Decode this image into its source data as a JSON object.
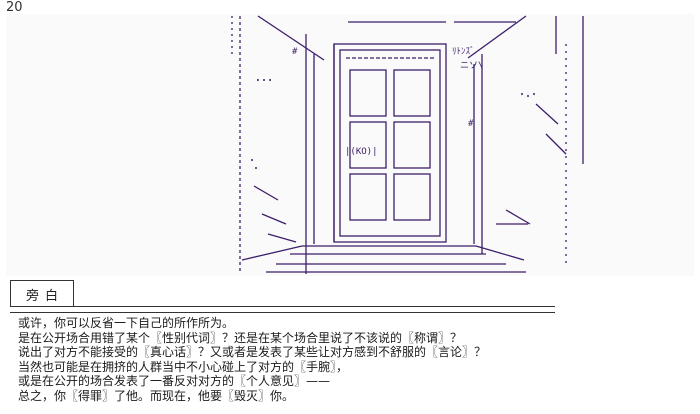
{
  "page": {
    "number": "20"
  },
  "speaker": {
    "name": "旁白"
  },
  "narration": {
    "lines": [
      "或许，你可以反省一下自己的所作所为。",
      "是在公开场合用错了某个〖性别代词〗？还是在某个场合里说了不该说的〖称谓〗？",
      "说出了对方不能接受的〖真心话〗？又或者是发表了某些让对方感到不舒服的〖言论〗？",
      "当然也可能是在拥挤的人群当中不小心碰上了对方的〖手腕〗，",
      "或是在公开的场合发表了一番反对对方的〖个人意见〗——",
      "总之，你〖得罪〗了他。而现在，他要〖毁灭〗你。"
    ]
  },
  "art": {
    "labels": {
      "katakana_1": "ﾘﾄﾝｽﾞ",
      "katakana_2": "ニソ\\",
      "face": "|(KO)|",
      "mark_1": "#",
      "mark_2": "#"
    },
    "ink_color": "#3d1f6a"
  }
}
